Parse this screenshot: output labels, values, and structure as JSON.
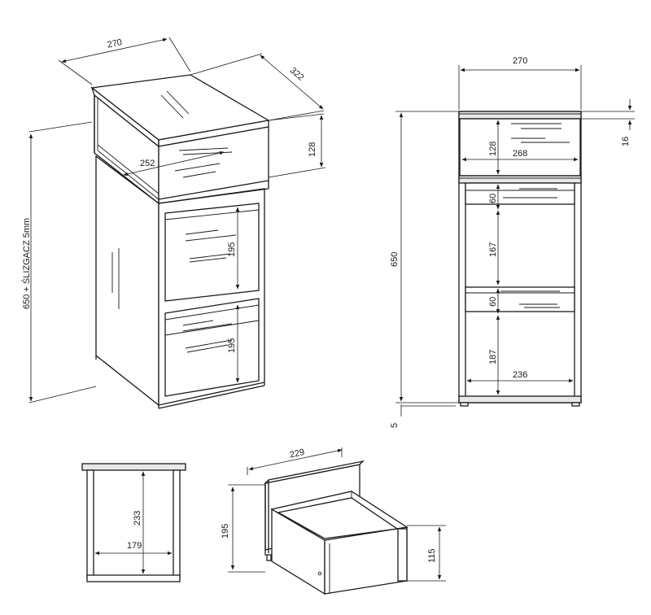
{
  "isometric_cabinet": {
    "width_label": "270",
    "depth_label": "322",
    "open_shelf_height_label": "128",
    "shelf_depth_label": "252",
    "drawer1_height_label": "195",
    "drawer2_height_label": "195",
    "total_height_label": "650 + ŚLIZGACZ 5mm"
  },
  "front_view": {
    "width_label": "270",
    "top_thickness_label": "16",
    "shelf_height_label": "128",
    "inner_width_label": "268",
    "drawer_front_label_1": "60",
    "gap_label_1": "167",
    "drawer_front_label_2": "60",
    "gap_label_2": "187",
    "inner_bottom_width_label": "236",
    "total_height_label": "650",
    "glide_label": "5"
  },
  "side_section": {
    "height_label": "233",
    "width_label": "179"
  },
  "drawer_box": {
    "width_label": "229",
    "front_height_label": "195",
    "box_height_label": "115"
  }
}
